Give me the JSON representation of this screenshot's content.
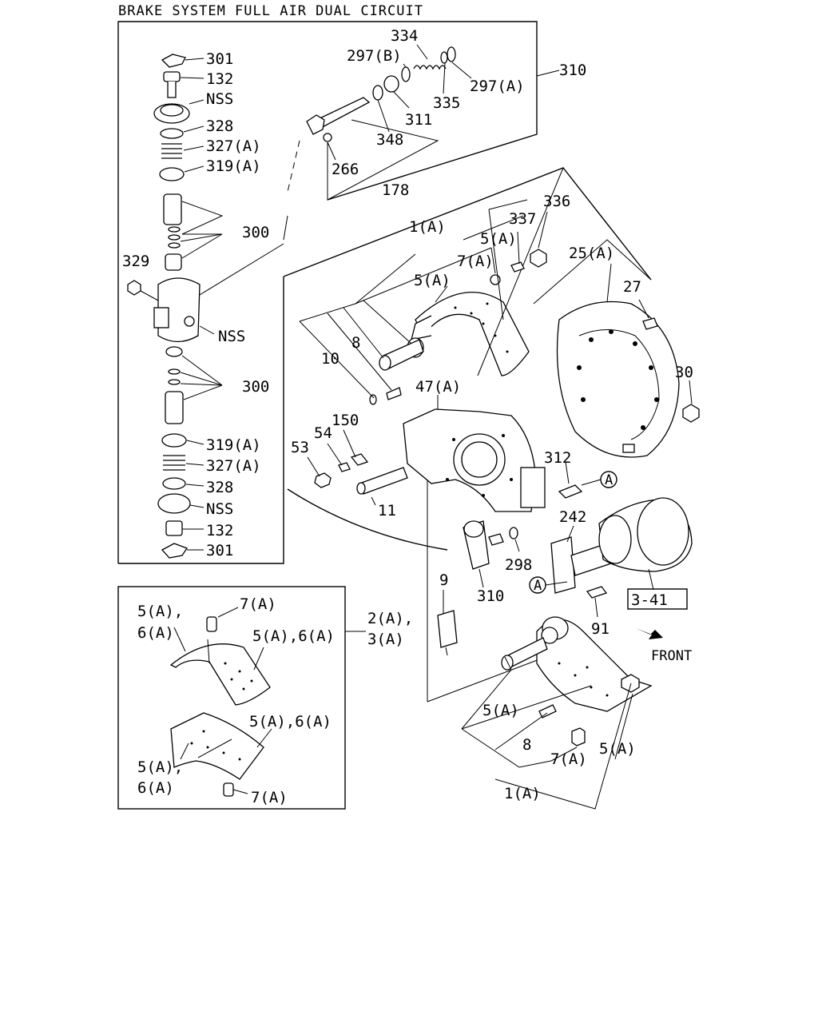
{
  "title": "BRAKE SYSTEM FULL AIR DUAL CIRCUIT",
  "labels": {
    "l301a": "301",
    "l132a": "132",
    "lnss1": "NSS",
    "l328a": "328",
    "l327a1": "327(A)",
    "l319a1": "319(A)",
    "l300a": "300",
    "l329": "329",
    "lnss2": "NSS",
    "l300b": "300",
    "l319a2": "319(A)",
    "l327a2": "327(A)",
    "l328b": "328",
    "lnss3": "NSS",
    "l132b": "132",
    "l301b": "301",
    "l334": "334",
    "l297b": "297(B)",
    "l297a": "297(A)",
    "l310a": "310",
    "l335": "335",
    "l311": "311",
    "l348": "348",
    "l266": "266",
    "l178": "178",
    "l336": "336",
    "l337": "337",
    "l1a_top": "1(A)",
    "l5a_top1": "5(A)",
    "l7a_top": "7(A)",
    "l25a": "25(A)",
    "l5a_top2": "5(A)",
    "l27": "27",
    "l10": "10",
    "l8_top": "8",
    "l30": "30",
    "l47a": "47(A)",
    "l150": "150",
    "l54": "54",
    "l53": "53",
    "l11": "11",
    "l312": "312",
    "l242": "242",
    "l298": "298",
    "l310b": "310",
    "l9": "9",
    "l91": "91",
    "ref_341": "3-41",
    "front": "FRONT",
    "inset_5a6a_1": "5(A),",
    "inset_5a6a_1b": "6(A)",
    "inset_7a_1": "7(A)",
    "inset_5a6a_2": "5(A),6(A)",
    "inset_2a": "2(A),",
    "inset_3a": "3(A)",
    "inset_5a6a_3": "5(A),6(A)",
    "inset_5a6a_4": "5(A),",
    "inset_5a6a_4b": "6(A)",
    "inset_7a_2": "7(A)",
    "l5a_bot1": "5(A)",
    "l8_bot": "8",
    "l7a_bot": "7(A)",
    "l5a_bot2": "5(A)",
    "l1a_bot": "1(A)",
    "circleA1": "A",
    "circleA2": "A"
  }
}
